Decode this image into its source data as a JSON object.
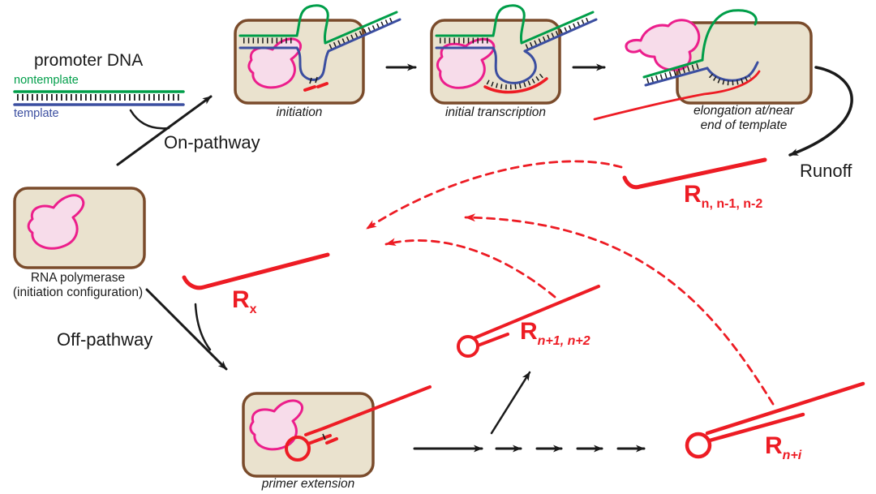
{
  "figure": {
    "promoter": {
      "title": "promoter DNA",
      "nontemplate_label": "nontemplate",
      "template_label": "template"
    },
    "on_pathway_label": "On-pathway",
    "off_pathway_label": "Off-pathway",
    "runoff_label": "Runoff",
    "stage_labels": {
      "initiation": "initiation",
      "initial_transcription": "initial transcription",
      "elongation_line1": "elongation at/near",
      "elongation_line2": "end of template",
      "primer_extension": "primer extension"
    },
    "polymerase_label": {
      "line1": "RNA polymerase",
      "line2": "(initiation configuration)"
    },
    "products": {
      "runoff_rnas": {
        "base": "R",
        "sub": "n, n-1, n-2"
      },
      "rx": {
        "base": "R",
        "sub": "x"
      },
      "extended_rnas": {
        "base": "R",
        "sub": "n+1, n+2"
      },
      "extended_rna_i": {
        "base": "R",
        "sub": "n+i"
      }
    },
    "colors": {
      "nontemplate_green": "#009e49",
      "template_blue": "#3b4ea0",
      "rna_red": "#ed1c24",
      "polymerase_outline": "#ec1e8c",
      "polymerase_fill": "#f7dcea",
      "box_fill": "#eae2ce",
      "box_border": "#7a4b2b",
      "ink_black": "#1a1a1a"
    }
  }
}
